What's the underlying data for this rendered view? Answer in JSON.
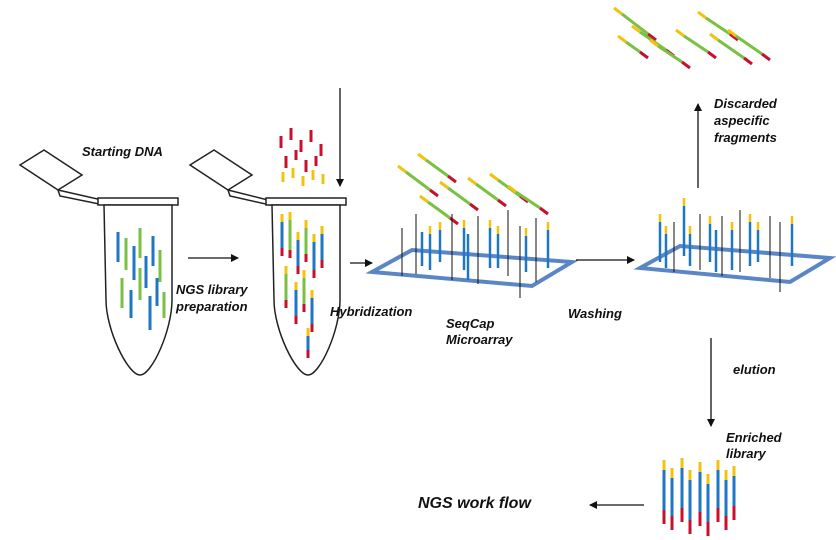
{
  "labels": {
    "starting_dna": "Starting DNA",
    "ngs_library_1": "NGS library",
    "ngs_library_2": "preparation",
    "hybridization": "Hybridization",
    "seqcap_1": "SeqCap",
    "seqcap_2": "Microarray",
    "washing": "Washing",
    "discarded_1": "Discarded",
    "discarded_2": "aspecific",
    "discarded_3": "fragments",
    "elution": "elution",
    "enriched_1": "Enriched",
    "enriched_2": "library",
    "ngs_workflow": "NGS work flow"
  },
  "colors": {
    "dna_blue": "#1f77c4",
    "dna_green": "#7ac143",
    "dna_yellow": "#f4c20d",
    "dna_red": "#c8102e",
    "array_border": "#5b86c6",
    "outline": "#222222"
  }
}
